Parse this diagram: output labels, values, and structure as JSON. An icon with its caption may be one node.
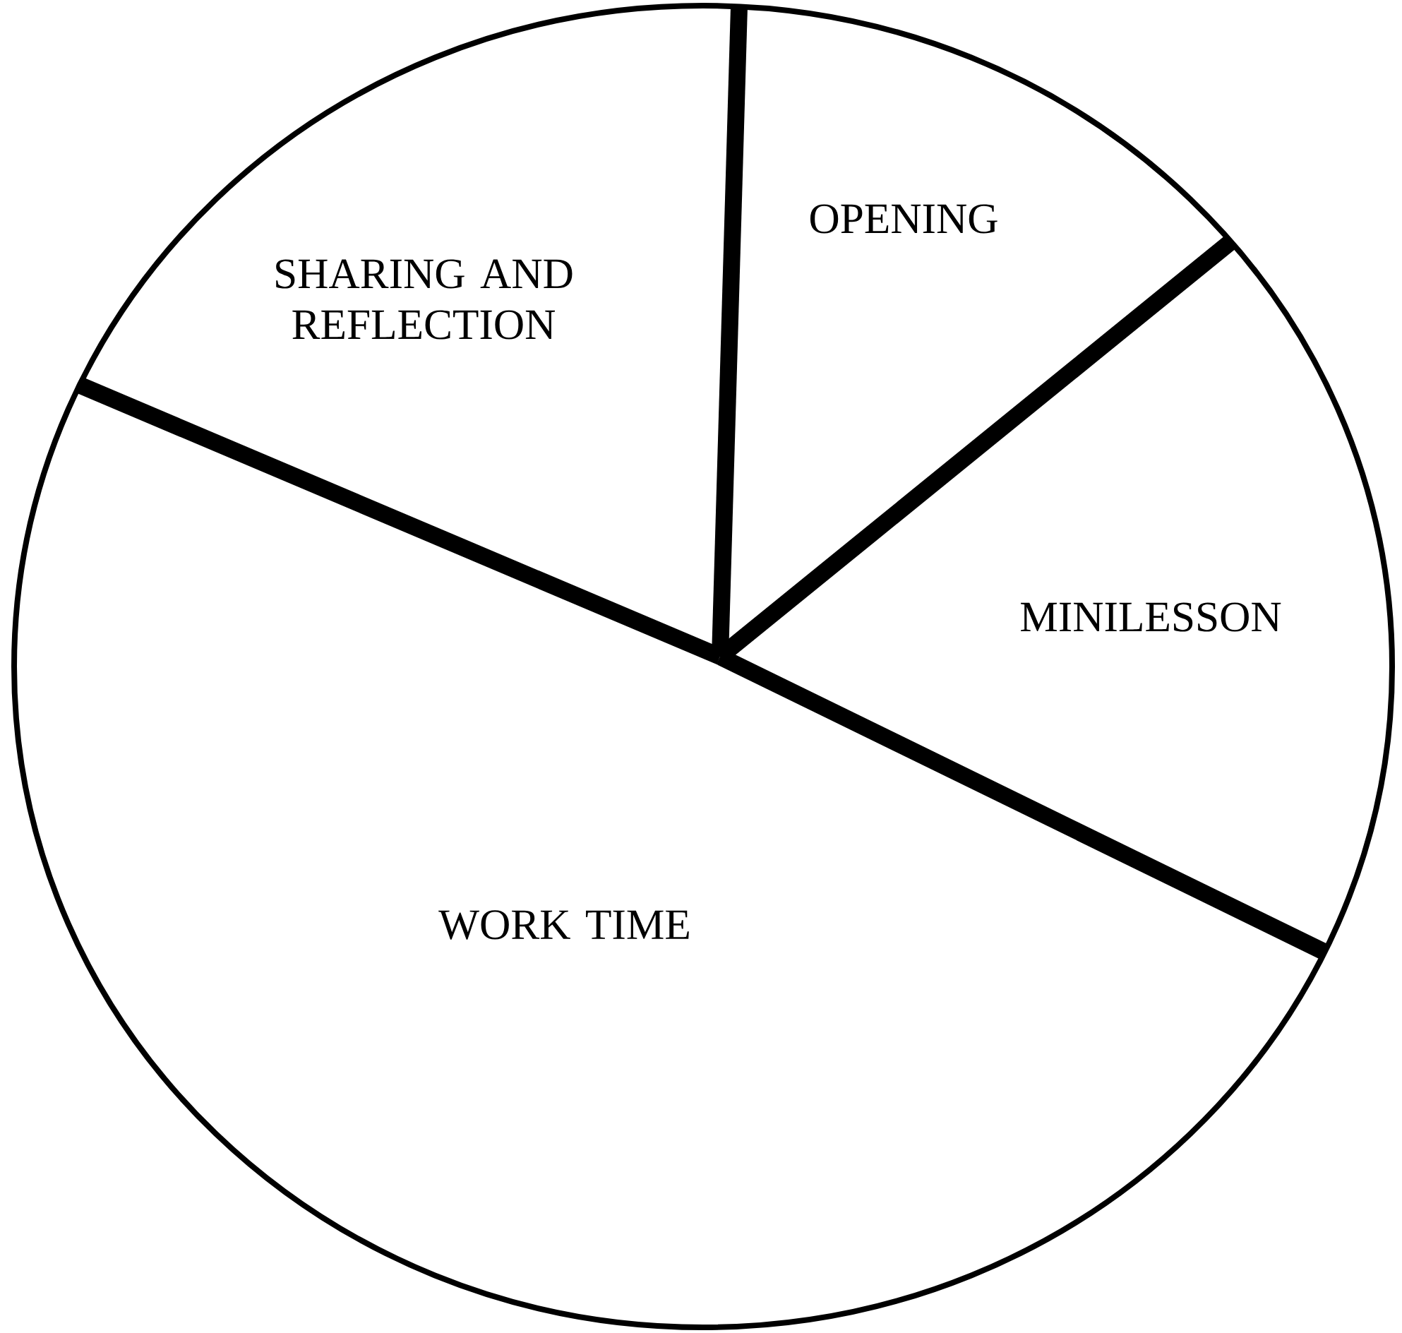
{
  "diagram": {
    "nodes": [
      {
        "text": [
          "SHARING AND REFLECTION"
        ]
      },
      {
        "text": [
          "OPENING"
        ]
      },
      {
        "text": [
          "MINILESSON"
        ]
      },
      {
        "text": [
          "WORK TIME"
        ]
      }
    ]
  }
}
